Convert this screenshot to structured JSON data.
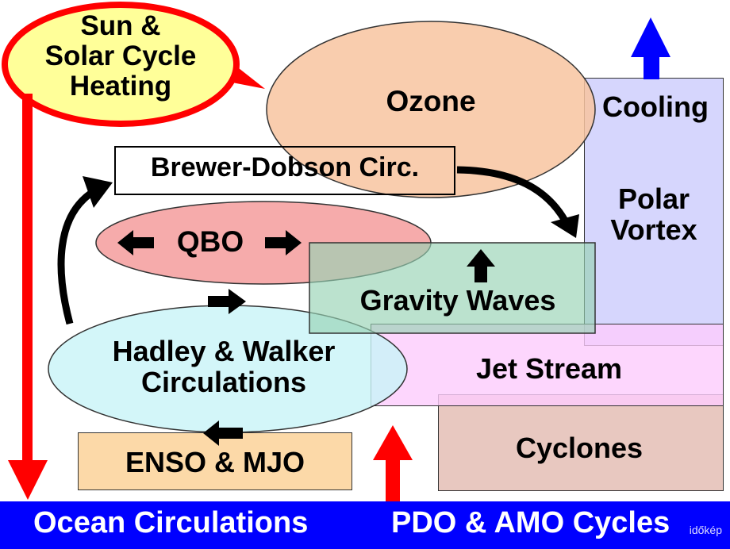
{
  "nodes": {
    "sun": "Sun & Solar Cycle Heating",
    "sun_lines": [
      "Sun &",
      "Solar Cycle",
      "Heating"
    ],
    "ozone": "Ozone",
    "brewer_dobson": "Brewer-Dobson Circ.",
    "qbo": "QBO",
    "gravity_waves": "Gravity Waves",
    "hadley_walker_lines": [
      "Hadley & Walker",
      "Circulations"
    ],
    "enso_mjo": "ENSO & MJO",
    "cooling": "Cooling",
    "polar_vortex_lines": [
      "Polar",
      "Vortex"
    ],
    "jet_stream": "Jet Stream",
    "cyclones": "Cyclones"
  },
  "footer": {
    "ocean": "Ocean Circulations",
    "pdo_amo": "PDO & AMO Cycles"
  },
  "watermark": "időkép",
  "colors": {
    "sun_fill": "#ffff99",
    "sun_border": "#ff0000",
    "ozone_fill": "#f8cba6",
    "qbo_fill": "#f4a0a0",
    "gravity_fill": "#a8d8c0",
    "hadley_fill": "#c8f4f8",
    "enso_fill": "#fcd9a8",
    "polar_fill": "#d0d0fc",
    "jet_fill": "#fcd0fc",
    "cyclones_fill": "#e8c8c0",
    "ocean_bar": "#0000ff",
    "red_arrow": "#ff0000",
    "blue_arrow": "#0000ff"
  }
}
